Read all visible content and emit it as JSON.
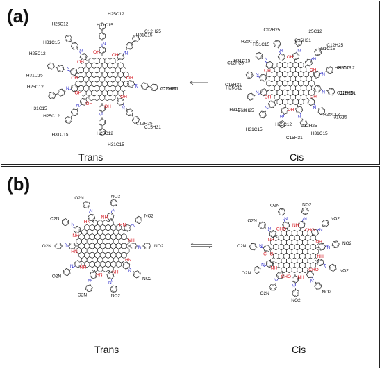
{
  "panel_a": {
    "label": "(a)",
    "left_caption": "Trans",
    "right_caption": "Cis",
    "substituents": {
      "alkyl_top": "H25C12",
      "alkyl_bottom": "H31C15",
      "alkyl_right": "C12H25",
      "alkyl_right2": "C15H31",
      "acid": "O",
      "hydroxyl": "OH",
      "azo": "N"
    }
  },
  "panel_b": {
    "label": "(b)",
    "left_caption": "Trans",
    "right_caption": "Cis",
    "substituents": {
      "nitro": "NO2",
      "nitro_left": "O2N",
      "aldehyde": "CHO",
      "aldehyde_left": "OHC",
      "amide": "NH",
      "amide_left": "HN",
      "hydroxyl": "OH",
      "carbonyl": "O",
      "azo": "N"
    }
  },
  "colors": {
    "bond": "#1a1a1a",
    "oxygen": "#d4121b",
    "nitrogen": "#2a2ac8",
    "border": "#222222"
  }
}
